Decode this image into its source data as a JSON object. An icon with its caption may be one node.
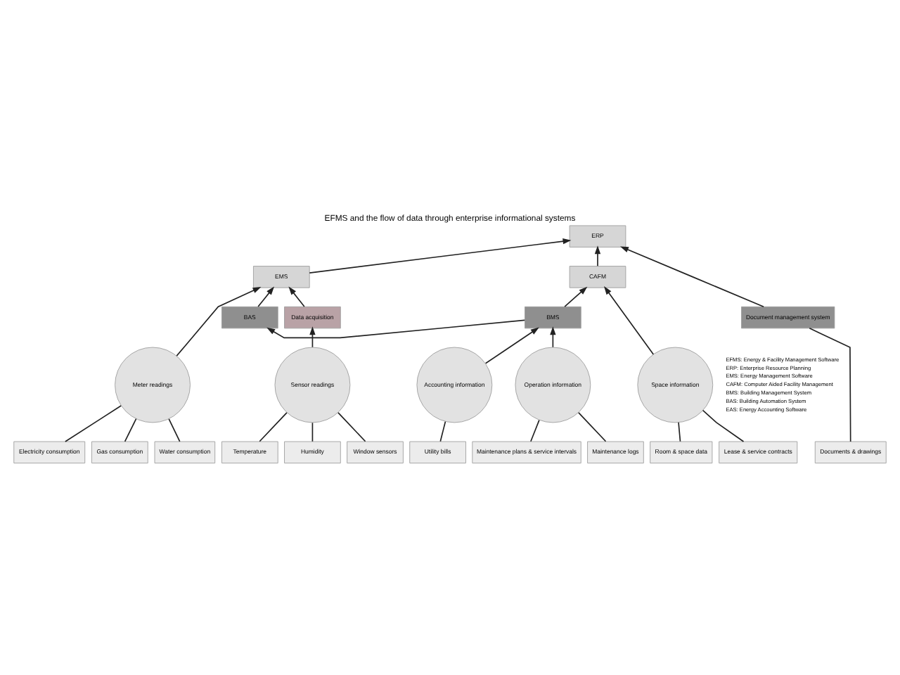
{
  "diagram": {
    "title": "EFMS and the flow of data through enterprise informational systems",
    "nodes": [
      {
        "text": [
          "ERP"
        ]
      },
      {
        "text": [
          "CAFM"
        ]
      },
      {
        "text": [
          "EMS"
        ]
      },
      {
        "text": [
          "Document management system"
        ]
      },
      {
        "text": [
          "BMS"
        ]
      },
      {
        "text": [
          "BAS"
        ]
      },
      {
        "text": [
          "Data acquisition"
        ]
      },
      {
        "text": [
          "Space information"
        ]
      },
      {
        "text": [
          "Operation information"
        ]
      },
      {
        "text": [
          "Accounting information"
        ]
      },
      {
        "text": [
          "Meter readings"
        ]
      },
      {
        "text": [
          "Sensor readings"
        ]
      },
      {
        "text": [
          "Documents & drawings"
        ]
      },
      {
        "text": [
          "Room & space data"
        ]
      },
      {
        "text": [
          "Lease & service contracts"
        ]
      },
      {
        "text": [
          "Maintenance plans & service intervals"
        ]
      },
      {
        "text": [
          "Maintenance logs"
        ]
      },
      {
        "text": [
          "Utility bills"
        ]
      },
      {
        "text": [
          "Electricity consumption"
        ]
      },
      {
        "text": [
          "Gas consumption"
        ]
      },
      {
        "text": [
          "Water consumption"
        ]
      },
      {
        "text": [
          "Temperature"
        ]
      },
      {
        "text": [
          "Humidity"
        ]
      },
      {
        "text": [
          "Window sensors"
        ]
      }
    ],
    "edges": [
      {
        "from": 3,
        "to": 0,
        "arrow": "to"
      },
      {
        "from": 1,
        "to": 0,
        "arrow": "to"
      },
      {
        "from": 2,
        "to": 0,
        "arrow": "to"
      },
      {
        "from": 12,
        "to": 3,
        "arrow": "none"
      },
      {
        "from": 7,
        "to": 1,
        "arrow": "to"
      },
      {
        "from": 4,
        "to": 1,
        "arrow": "to"
      },
      {
        "from": 8,
        "to": 4,
        "arrow": "to"
      },
      {
        "from": 9,
        "to": 4,
        "arrow": "to"
      },
      {
        "from": 4,
        "to": 5,
        "arrow": "to"
      },
      {
        "from": 5,
        "to": 2,
        "arrow": "to"
      },
      {
        "from": 10,
        "to": 2,
        "arrow": "to"
      },
      {
        "from": 6,
        "to": 2,
        "arrow": "to"
      },
      {
        "from": 11,
        "to": 6,
        "arrow": "to"
      },
      {
        "from": 13,
        "to": 7,
        "arrow": "none"
      },
      {
        "from": 14,
        "to": 7,
        "arrow": "none"
      },
      {
        "from": 15,
        "to": 8,
        "arrow": "none"
      },
      {
        "from": 16,
        "to": 8,
        "arrow": "none"
      },
      {
        "from": 17,
        "to": 9,
        "arrow": "none"
      },
      {
        "from": 18,
        "to": 10,
        "arrow": "none"
      },
      {
        "from": 19,
        "to": 10,
        "arrow": "none"
      },
      {
        "from": 20,
        "to": 10,
        "arrow": "none"
      },
      {
        "from": 21,
        "to": 11,
        "arrow": "none"
      },
      {
        "from": 22,
        "to": 11,
        "arrow": "none"
      },
      {
        "from": 23,
        "to": 11,
        "arrow": "none"
      }
    ],
    "labels": [
      "EFMS: Energy & Facility Management Software",
      "ERP: Enterprise Resource Planning",
      "EMS: Energy Management Software",
      "CAFM: Computer Aided Facility Management",
      "BMS: Building Management System",
      "BAS: Building Automation System",
      "EAS: Energy Accounting Software"
    ]
  }
}
